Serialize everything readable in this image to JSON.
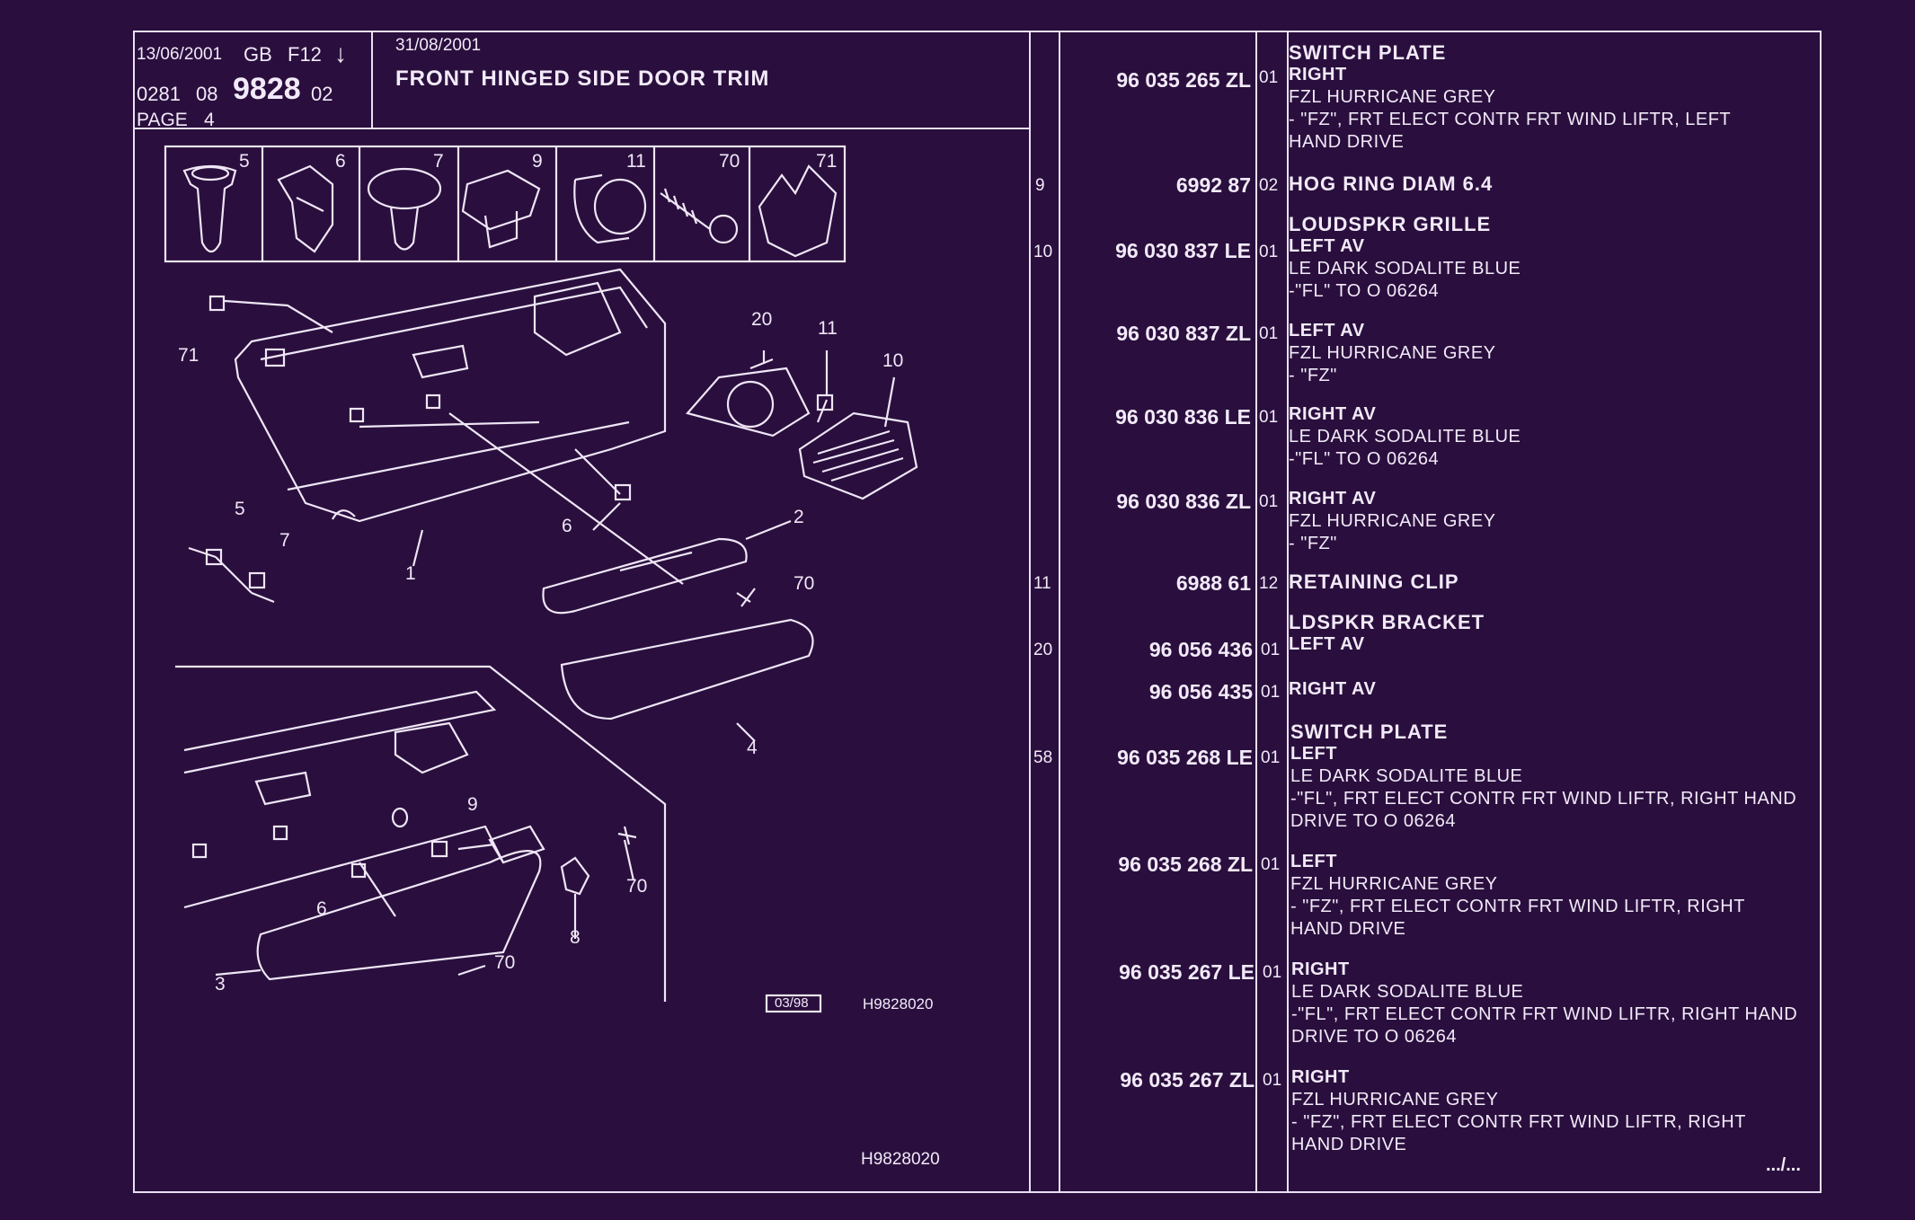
{
  "header": {
    "date1": "13/06/2001",
    "lang": "GB",
    "code": "F12",
    "arrow": "↓",
    "catalog_prefix": "0281",
    "catalog_sub": "08",
    "catalog_main": "9828",
    "catalog_suffix": "02",
    "page_label": "PAGE",
    "page_number": "4",
    "date2": "31/08/2001",
    "title": "FRONT HINGED SIDE DOOR TRIM"
  },
  "drawing": {
    "part_icons": [
      "5",
      "6",
      "7",
      "9",
      "11",
      "70",
      "71"
    ],
    "callouts": [
      "71",
      "20",
      "11",
      "10",
      "5",
      "7",
      "6",
      "1",
      "2",
      "70",
      "4",
      "9",
      "70",
      "6",
      "8",
      "3",
      "70"
    ],
    "stamp_date": "03/98",
    "drawing_ref": "H9828020",
    "footer_ref": "H9828020"
  },
  "parts": [
    {
      "ref": "",
      "number": "96 035 265 ZL",
      "qty": "01",
      "title": "SWITCH PLATE",
      "lines": [
        "RIGHT",
        "FZL HURRICANE GREY",
        "-     \"FZ\", FRT ELECT CONTR FRT WIND LIFTR, LEFT",
        "       HAND DRIVE"
      ]
    },
    {
      "ref": "9",
      "number": "6992 87",
      "qty": "02",
      "title": "",
      "lines": [
        "HOG RING DIAM 6.4"
      ]
    },
    {
      "ref": "10",
      "number": "96 030 837 LE",
      "qty": "01",
      "title": "LOUDSPKR GRILLE",
      "lines": [
        "LEFT AV",
        "LE DARK SODALITE BLUE",
        "-\"FL\" TO  O  06264"
      ]
    },
    {
      "ref": "",
      "number": "96 030 837 ZL",
      "qty": "01",
      "title": "",
      "lines": [
        "LEFT AV",
        "FZL HURRICANE GREY",
        "-     \"FZ\""
      ]
    },
    {
      "ref": "",
      "number": "96 030 836 LE",
      "qty": "01",
      "title": "",
      "lines": [
        "RIGHT AV",
        "LE DARK SODALITE BLUE",
        "-\"FL\" TO  O  06264"
      ]
    },
    {
      "ref": "",
      "number": "96 030 836 ZL",
      "qty": "01",
      "title": "",
      "lines": [
        "RIGHT AV",
        "FZL HURRICANE GREY",
        "-     \"FZ\""
      ]
    },
    {
      "ref": "11",
      "number": "6988 61",
      "qty": "12",
      "title": "",
      "lines": [
        "RETAINING CLIP"
      ]
    },
    {
      "ref": "20",
      "number": "96 056 436",
      "qty": "01",
      "title": "LDSPKR BRACKET",
      "lines": [
        "LEFT AV"
      ]
    },
    {
      "ref": "",
      "number": "96 056 435",
      "qty": "01",
      "title": "",
      "lines": [
        "RIGHT AV"
      ]
    },
    {
      "ref": "58",
      "number": "96 035 268 LE",
      "qty": "01",
      "title": "SWITCH PLATE",
      "lines": [
        "LEFT",
        "LE DARK SODALITE BLUE",
        "-\"FL\", FRT ELECT CONTR FRT WIND LIFTR, RIGHT HAND",
        "DRIVE TO  O  06264"
      ]
    },
    {
      "ref": "",
      "number": "96 035 268 ZL",
      "qty": "01",
      "title": "",
      "lines": [
        "LEFT",
        "FZL HURRICANE GREY",
        "-     \"FZ\", FRT ELECT CONTR FRT WIND LIFTR, RIGHT",
        "       HAND DRIVE"
      ]
    },
    {
      "ref": "",
      "number": "96 035 267 LE",
      "qty": "01",
      "title": "",
      "lines": [
        "RIGHT",
        "LE DARK SODALITE BLUE",
        "-\"FL\", FRT ELECT CONTR FRT WIND LIFTR, RIGHT HAND",
        "DRIVE TO  O  06264"
      ]
    },
    {
      "ref": "",
      "number": "96 035 267 ZL",
      "qty": "01",
      "title": "",
      "lines": [
        "RIGHT",
        "FZL HURRICANE GREY",
        "-     \"FZ\", FRT ELECT CONTR FRT WIND LIFTR, RIGHT",
        "       HAND DRIVE"
      ]
    }
  ],
  "continuation": ".../..."
}
